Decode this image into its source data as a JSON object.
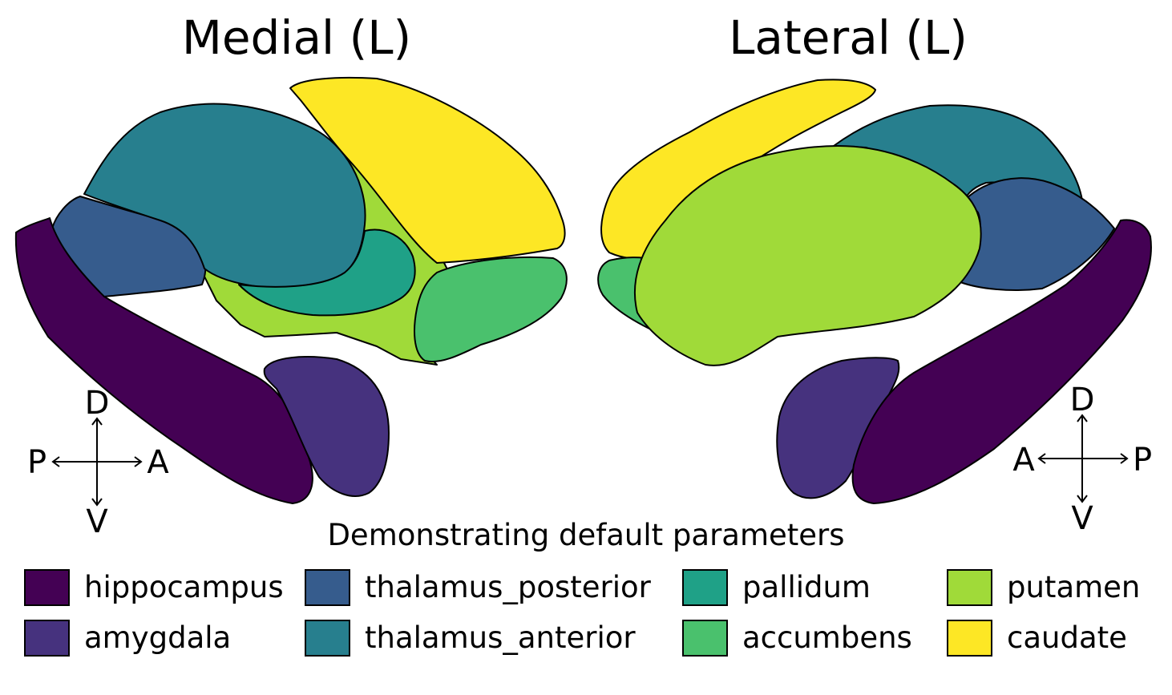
{
  "views": [
    {
      "title": "Medial (L)"
    },
    {
      "title": "Lateral (L)"
    }
  ],
  "orientation": {
    "medial": {
      "up": "D",
      "down": "V",
      "left": "P",
      "right": "A"
    },
    "lateral": {
      "up": "D",
      "down": "V",
      "left": "A",
      "right": "P"
    }
  },
  "legend": {
    "title": "Demonstrating default parameters",
    "items": [
      {
        "label": "hippocampus",
        "color": "#440154"
      },
      {
        "label": "amygdala",
        "color": "#46327e"
      },
      {
        "label": "thalamus_posterior",
        "color": "#365c8d"
      },
      {
        "label": "thalamus_anterior",
        "color": "#277f8e"
      },
      {
        "label": "pallidum",
        "color": "#1fa187"
      },
      {
        "label": "accumbens",
        "color": "#4ac16d"
      },
      {
        "label": "putamen",
        "color": "#a0da39"
      },
      {
        "label": "caudate",
        "color": "#fde725"
      }
    ]
  }
}
